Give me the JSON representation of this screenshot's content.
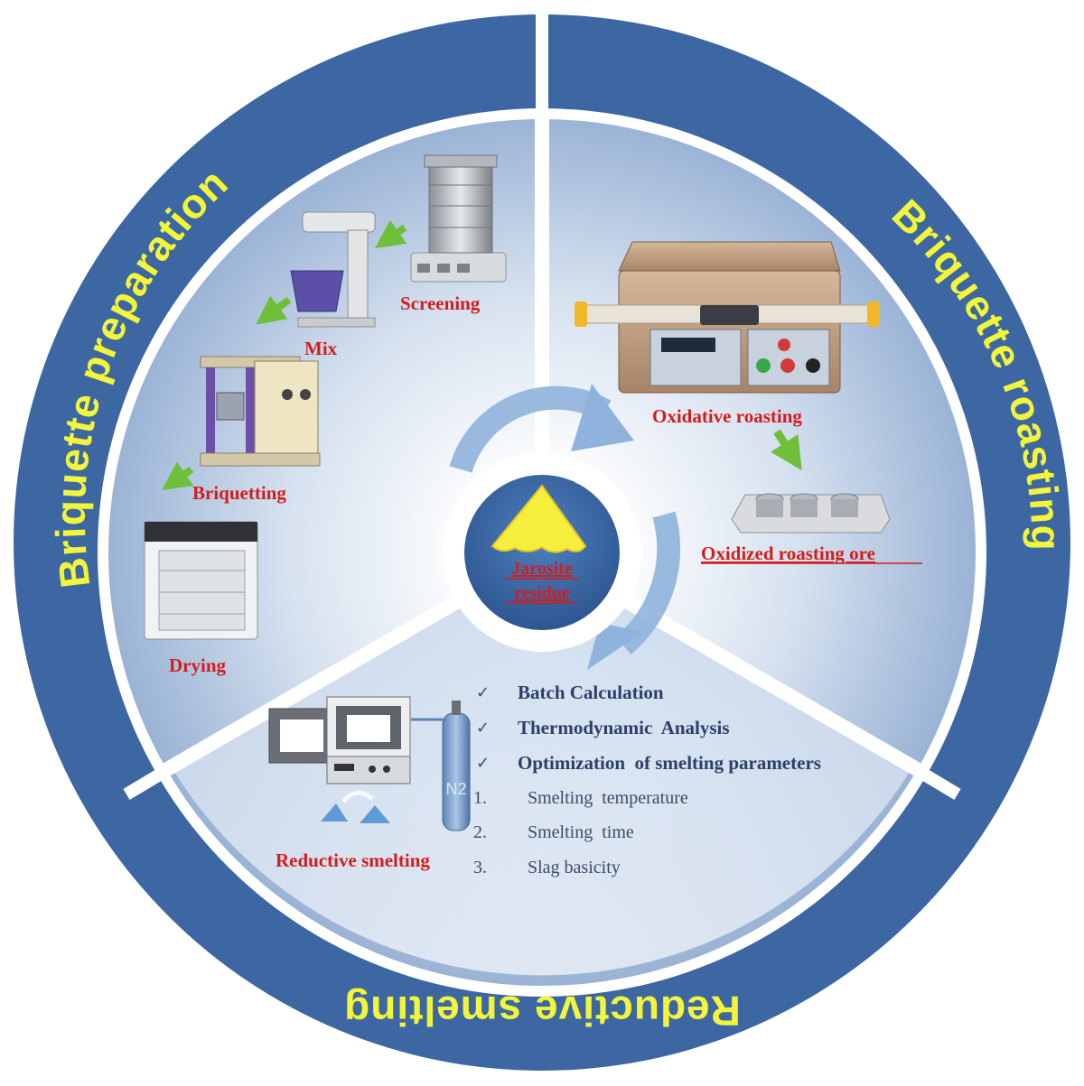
{
  "ring": {
    "preparation_title": "Briquette preparation",
    "roasting_title": "Briquette roasting",
    "smelting_title": "Reductive smelting"
  },
  "center": {
    "line1": "Jarosite",
    "line2": "residue"
  },
  "preparation_steps": {
    "screening": "Screening",
    "mix": "Mix",
    "briquetting": "Briquetting",
    "drying": "Drying"
  },
  "roasting_steps": {
    "oxidative": "Oxidative roasting",
    "oxidized_ore": "Oxidized roasting ore"
  },
  "smelting": {
    "label": "Reductive smelting",
    "gas_label": "N2",
    "checklist": [
      "Batch Calculation",
      "Thermodynamic  Analysis",
      "Optimization  of smelting parameters"
    ],
    "check_mark": "✓",
    "parameters": [
      {
        "num": "1.",
        "text": "Smelting  temperature"
      },
      {
        "num": "2.",
        "text": "Smelting  time"
      },
      {
        "num": "3.",
        "text": "Slag basicity"
      }
    ]
  },
  "colors": {
    "ring": "#3d67a3",
    "ring_text": "#f2f53a",
    "label_red": "#d31d1d",
    "sector_light": "#e8eef7",
    "sector_dark": "#8eaad0",
    "arrow_green": "#6fbf3a",
    "cycle_arrow": "#8fb3dc"
  }
}
